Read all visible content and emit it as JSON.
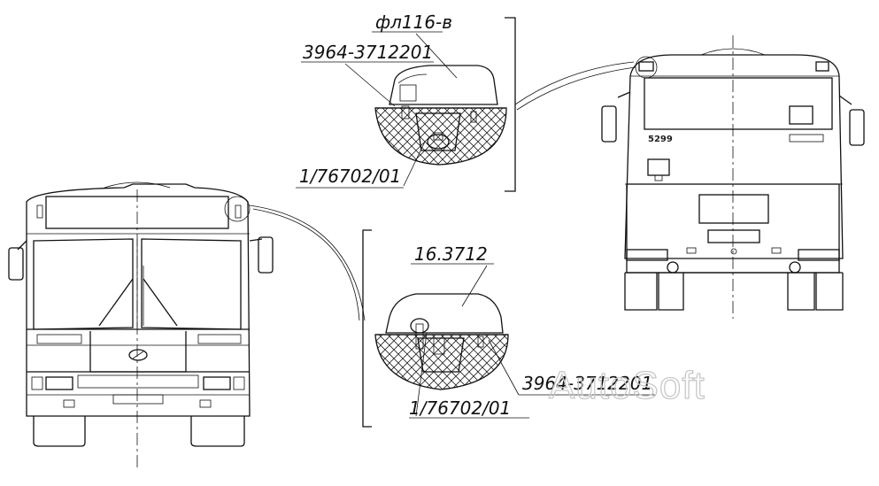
{
  "labels": {
    "top_lamp": "фл116-в",
    "top_gasket": "3964-3712201",
    "top_bulb": "1/76702/01",
    "bottom_lamp": "16.3712",
    "bottom_gasket": "3964-3712201",
    "bottom_bulb": "1/76702/01",
    "rear_number": "5299",
    "watermark": "AutoSoft"
  }
}
